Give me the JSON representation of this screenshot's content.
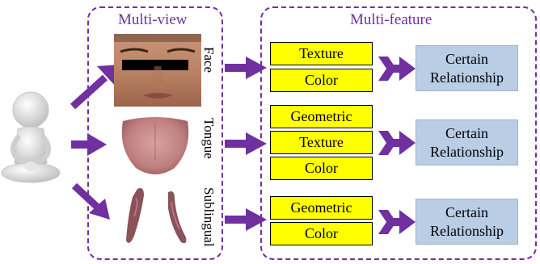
{
  "panels": {
    "multi_view_title": "Multi-view",
    "multi_feature_title": "Multi-feature"
  },
  "views": {
    "face": "Face",
    "tongue": "Tongue",
    "sublingual": "Sublingual"
  },
  "features": {
    "face": [
      "Texture",
      "Color"
    ],
    "tongue": [
      "Geometric",
      "Texture",
      "Color"
    ],
    "sublingual": [
      "Geometric",
      "Color"
    ]
  },
  "relationships": {
    "face": [
      "Certain",
      "Relationship"
    ],
    "tongue": [
      "Certain",
      "Relationship"
    ],
    "sublingual": [
      "Certain",
      "Relationship"
    ]
  },
  "colors": {
    "accent": "#7030a0",
    "feature_box": "#ffff00",
    "relationship_box": "#b9cde5"
  }
}
